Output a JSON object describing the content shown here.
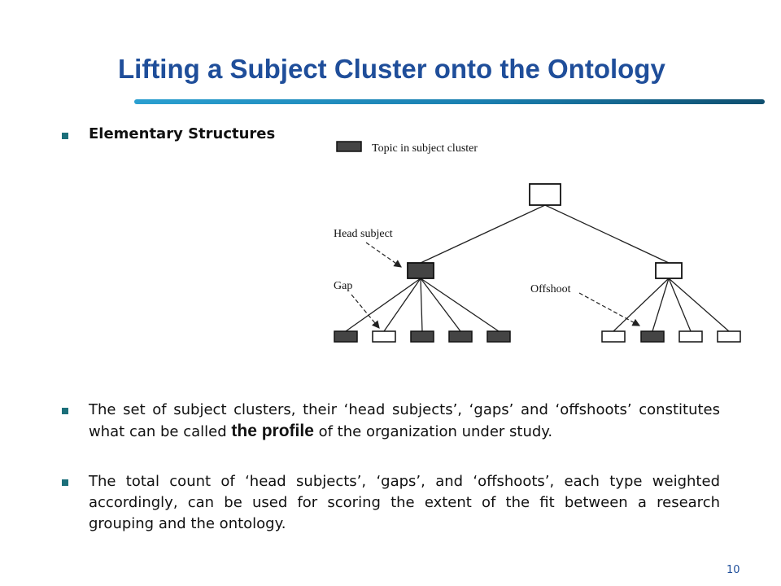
{
  "slide": {
    "title": "Lifting a Subject Cluster onto the Ontology",
    "heading": "Elementary Structures",
    "para1_a": "The set of subject clusters, their ‘head subjects’, ‘gaps’ and ‘offshoots’ constitutes what can be called ",
    "para1_strong": "the profile",
    "para1_b": " of the organization under study.",
    "para2": "The total count of ‘head subjects’, ‘gaps’, and ‘offshoots’, each type weighted accordingly, can be used for scoring the extent of the fit between a research grouping and the ontology.",
    "page_number": "10"
  },
  "diagram": {
    "legend_label": "Topic in subject cluster",
    "label_head_subject": "Head subject",
    "label_gap": "Gap",
    "label_offshoot": "Offshoot",
    "filled_color": "#444444",
    "empty_color": "#ffffff"
  },
  "colors": {
    "title": "#1f4e9a",
    "rule_start": "#2a9fd0",
    "rule_end": "#0f4f6f",
    "bullet": "#1b6f7a"
  }
}
